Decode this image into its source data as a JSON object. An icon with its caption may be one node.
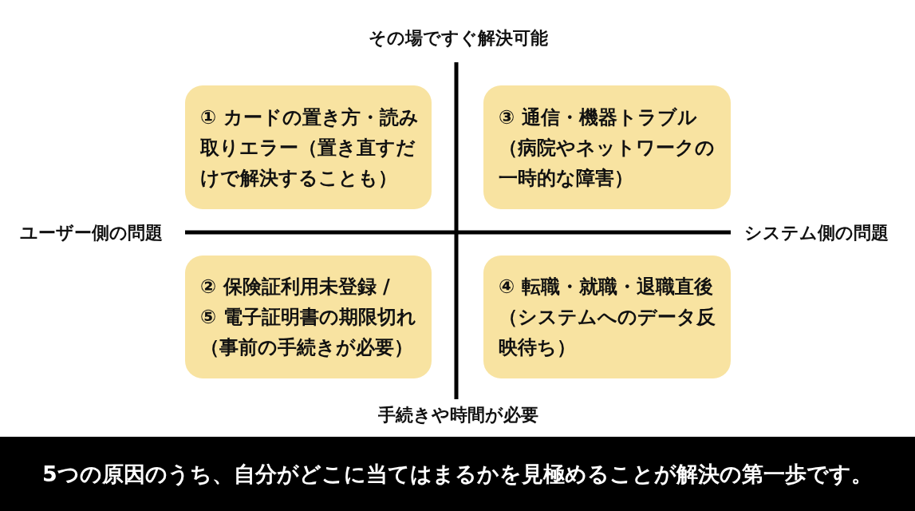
{
  "diagram": {
    "nodes": [
      {
        "text": [
          "① カードの置き方・読み取りエラー（置き直すだけで解決することも）"
        ]
      },
      {
        "text": [
          "③ 通信・機器トラブル（病院やネットワークの一時的な障害）"
        ]
      },
      {
        "text": [
          "② 保険証利用未登録 /",
          "⑤ 電子証明書の期限切れ（事前の手続きが必要）"
        ]
      },
      {
        "text": [
          "④ 転職・就職・退職直後（システムへのデータ反映待ち）"
        ]
      }
    ],
    "labels": [
      "その場ですぐ解決可能",
      "ユーザー側の問題",
      "システム側の問題",
      "手続きや時間が必要"
    ],
    "caption": "5つの原因のうち、自分がどこに当てはまるかを見極めることが解決の第一歩です。"
  }
}
